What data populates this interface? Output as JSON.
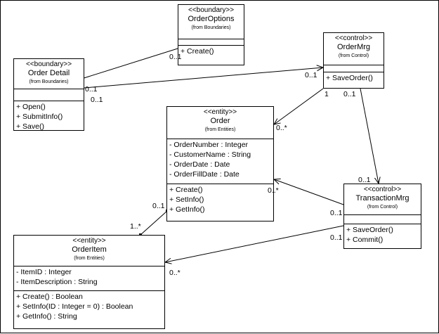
{
  "classes": {
    "order_options": {
      "stereotype": "<<boundary>>",
      "name": "OrderOptions",
      "package": "(from Boundaries)",
      "attributes": [],
      "operations": [
        "+ Create()"
      ]
    },
    "order_detail": {
      "stereotype": "<<boundary>>",
      "name": "Order Detail",
      "package": "(from Boundaries)",
      "attributes": [],
      "operations": [
        "+ Open()",
        "+ SubmitInfo()",
        "+ Save()"
      ]
    },
    "order_mrg": {
      "stereotype": "<<control>>",
      "name": "OrderMrg",
      "package": "(from Control)",
      "attributes": [],
      "operations": [
        "+ SaveOrder()"
      ]
    },
    "order": {
      "stereotype": "<<entity>>",
      "name": "Order",
      "package": "(from Entities)",
      "attributes": [
        "- OrderNumber : Integer",
        "- CustomerName : String",
        "- OrderDate : Date",
        "- OrderFillDate : Date"
      ],
      "operations": [
        "+ Create()",
        "+ SetInfo()",
        "+ GetInfo()"
      ]
    },
    "transaction_mrg": {
      "stereotype": "<<control>>",
      "name": "TransactionMrg",
      "package": "(from Control)",
      "attributes": [],
      "operations": [
        "+ SaveOrder()",
        "+ Commit()"
      ]
    },
    "order_item": {
      "stereotype": "<<entity>>",
      "name": "OrderItem",
      "package": "(from Entities)",
      "attributes": [
        "- ItemID : Integer",
        "- ItemDescription : String"
      ],
      "operations": [
        "+ Create() : Boolean",
        "+ SetInfo(ID : Integer = 0) : Boolean",
        "+ GetInfo() : String"
      ]
    }
  },
  "multiplicities": {
    "options_to_detail": "0..1",
    "detail_near_mrg_left": "0..1",
    "detail_bottom": "0..1",
    "mrg_near_detail": "0..1",
    "mrg_one": "1",
    "mrg_bottom": "0..1",
    "order_from_mrg": "0..*",
    "transaction_top": "0..1",
    "order_from_transaction": "0..*",
    "order_bottom_left": "0..1",
    "item_from_order": "1..*",
    "transaction_left": "0..1",
    "transaction_lower": "0..1",
    "item_from_transaction": "0..*"
  }
}
